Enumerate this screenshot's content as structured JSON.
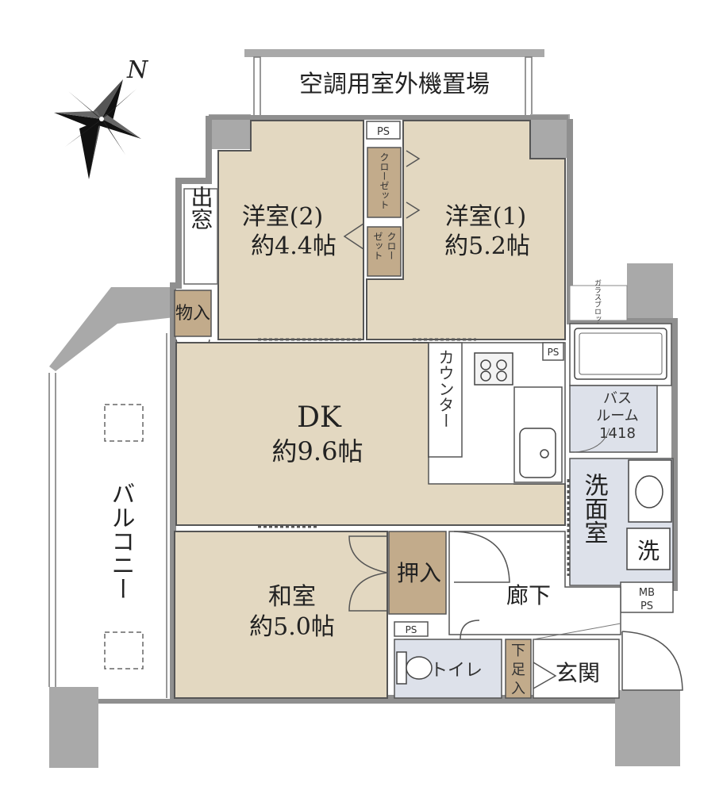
{
  "compass": {
    "north_label": "N"
  },
  "rooms": {
    "outdoor_unit": {
      "label": "空調用室外機置場"
    },
    "western2": {
      "name": "洋室(2)",
      "size": "約4.4帖"
    },
    "western1": {
      "name": "洋室(1)",
      "size": "約5.2帖"
    },
    "bay_window": {
      "label": "出窓"
    },
    "dk": {
      "name": "DK",
      "size": "約9.6帖"
    },
    "japanese": {
      "name": "和室",
      "size": "約5.0帖"
    },
    "balcony": {
      "label": "バルコニー"
    },
    "bath": {
      "label_line1": "バス",
      "label_line2": "ルーム",
      "label_line3": "1418"
    },
    "washroom": {
      "label": "洗面室"
    },
    "washer": {
      "label": "洗"
    },
    "hallway": {
      "label": "廊下"
    },
    "entrance": {
      "label": "玄関"
    },
    "toilet": {
      "label": "トイレ"
    }
  },
  "storage": {
    "closet_top": "クローゼット",
    "closet_bottom_line1": "クロー",
    "closet_bottom_line2": "ゼット",
    "storage_dk": "物入",
    "oshiire": "押入",
    "shoe_box_line1": "下",
    "shoe_box_line2": "足",
    "shoe_box_line3": "入"
  },
  "fixtures": {
    "ps_label": "PS",
    "mb_label": "MB",
    "counter": "カウンター",
    "glass_block": "ガラスブロック"
  },
  "colors": {
    "room_fill": "#e3d8c1",
    "wet_fill": "#dde1ea",
    "storage_fill": "#c2ab8b",
    "wall": "#a9a9a9"
  }
}
